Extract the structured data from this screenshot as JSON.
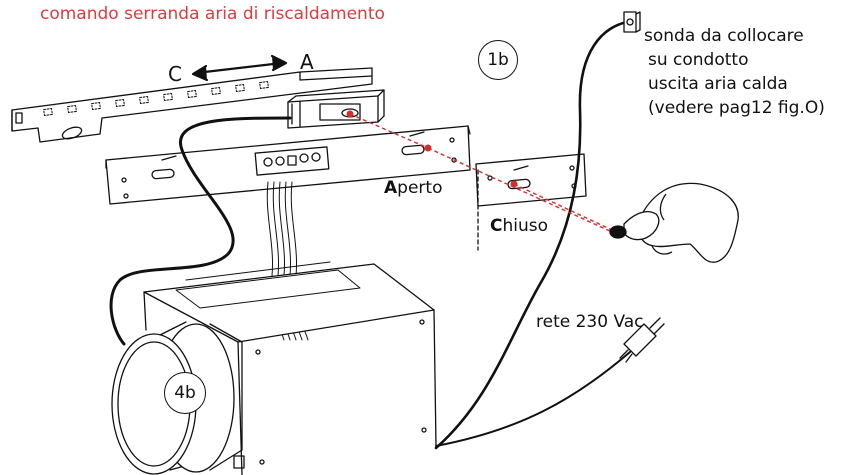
{
  "title": "comando serranda aria di riscaldamento",
  "direction": {
    "left": "C",
    "right": "A"
  },
  "callouts": {
    "damper": "1b",
    "fan": "4b"
  },
  "probe_note": [
    "sonda da collocare",
    "su condotto",
    "uscita aria calda",
    "(vedere pag12 fig.O)"
  ],
  "position_open": {
    "initial": "A",
    "rest": "perto"
  },
  "position_closed": {
    "initial": "C",
    "rest": "hiuso"
  },
  "power": "rete 230 Vac",
  "colors": {
    "title": "#e03a3e",
    "marker": "#d32f2f",
    "line": "#111111"
  }
}
